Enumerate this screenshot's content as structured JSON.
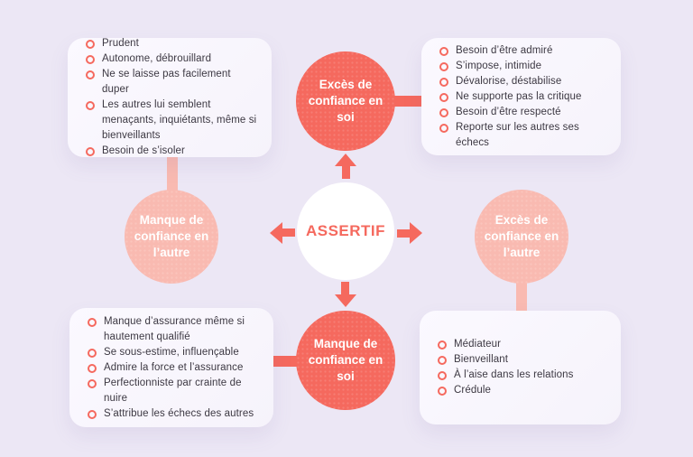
{
  "diagram": {
    "center_label": "ASSERTIF",
    "circles": {
      "top": "Excès de confiance en soi",
      "right": "Excès de confiance en l’autre",
      "bottom": "Manque de confiance en soi",
      "left": "Manque de confiance en l’autre"
    },
    "cards": {
      "top_left": [
        "Prudent",
        "Autonome, débrouillard",
        "Ne se laisse pas facilement duper",
        "Les autres lui semblent menaçants, inquiétants, même si bienveillants",
        "Besoin de s’isoler"
      ],
      "top_right": [
        "Besoin d’être admiré",
        "S’impose, intimide",
        "Dévalorise, déstabilise",
        "Ne supporte pas la critique",
        "Besoin d’être respecté",
        "Reporte sur les autres ses échecs"
      ],
      "bottom_left": [
        "Manque d’assurance même si hautement qualifié",
        "Se sous-estime, influençable",
        "Admire la force et l’assurance",
        "Perfectionniste par crainte de nuire",
        "S’attribue les échecs des autres"
      ],
      "bottom_right": [
        "Médiateur",
        "Bienveillant",
        "À l’aise dans les relations",
        "Crédule"
      ]
    },
    "colors": {
      "coral": "#F5695E",
      "pink": "#F9BAB1",
      "background": "#ECE7F5",
      "card": "#F8F6FC",
      "text": "#3C3842"
    }
  }
}
